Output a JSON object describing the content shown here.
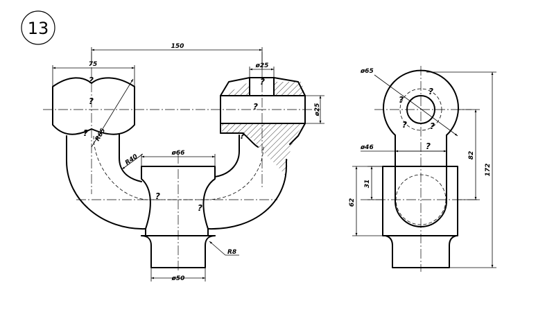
{
  "figure": {
    "number": "13",
    "question_mark": "?"
  },
  "dimensions": {
    "d150": "150",
    "d75": "75",
    "dphi25_top": "ø25",
    "dphi25_side": "ø25",
    "dr65": "R65",
    "dr40": "R40",
    "dphi66": "ø66",
    "dr8": "R8",
    "dphi50": "ø50",
    "dphi65": "ø65",
    "dphi46": "ø46",
    "d82": "82",
    "d172": "172",
    "d31": "31",
    "d62": "62"
  }
}
